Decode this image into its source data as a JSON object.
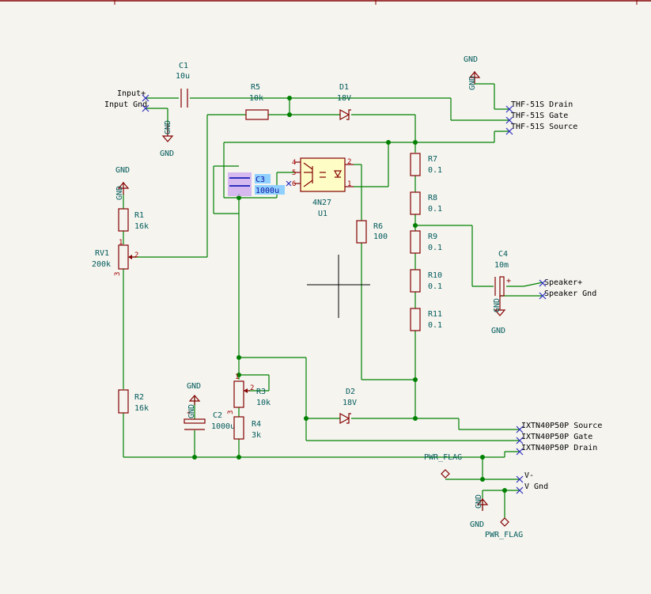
{
  "colors": {
    "background": "#f5f4ef",
    "wire": "#008000",
    "symbol": "#840000",
    "text": "#005a5a",
    "selection": "#8fd0ff"
  },
  "components": {
    "c1": {
      "ref": "C1",
      "value": "10u"
    },
    "c2": {
      "ref": "C2",
      "value": "1000u"
    },
    "c3": {
      "ref": "C3",
      "value": "1000u"
    },
    "c4": {
      "ref": "C4",
      "value": "10m"
    },
    "r1": {
      "ref": "R1",
      "value": "16k"
    },
    "r2": {
      "ref": "R2",
      "value": "16k"
    },
    "r3": {
      "ref": "R3",
      "value": "10k"
    },
    "r4": {
      "ref": "R4",
      "value": "3k"
    },
    "r5": {
      "ref": "R5",
      "value": "10k"
    },
    "r6": {
      "ref": "R6",
      "value": "100"
    },
    "r7": {
      "ref": "R7",
      "value": "0.1"
    },
    "r8": {
      "ref": "R8",
      "value": "0.1"
    },
    "r9": {
      "ref": "R9",
      "value": "0.1"
    },
    "r10": {
      "ref": "R10",
      "value": "0.1"
    },
    "r11": {
      "ref": "R11",
      "value": "0.1"
    },
    "rv1": {
      "ref": "RV1",
      "value": "200k"
    },
    "d1": {
      "ref": "D1",
      "value": "18V"
    },
    "d2": {
      "ref": "D2",
      "value": "18V"
    },
    "u1": {
      "ref": "U1",
      "value": "4N27"
    }
  },
  "u1_pins": {
    "p1": "1",
    "p2": "2",
    "p4": "4",
    "p5": "5",
    "p6": "6"
  },
  "pin_numbers": {
    "one": "1",
    "two": "2",
    "three": "3"
  },
  "power": {
    "gnd": "GND",
    "pwr_flag": "PWR_FLAG"
  },
  "labels": {
    "input_plus": "Input+",
    "input_gnd": "Input Gnd",
    "thf_drain": "THF-51S Drain",
    "thf_gate": "THF-51S Gate",
    "thf_source": "THF-51S Source",
    "speaker_plus": "Speaker+",
    "speaker_gnd": "Speaker Gnd",
    "ixtn_source": "IXTN40P50P Source",
    "ixtn_gate": "IXTN40P50P Gate",
    "ixtn_drain": "IXTN40P50P Drain",
    "v_minus": "V-",
    "v_gnd": "V Gnd"
  }
}
